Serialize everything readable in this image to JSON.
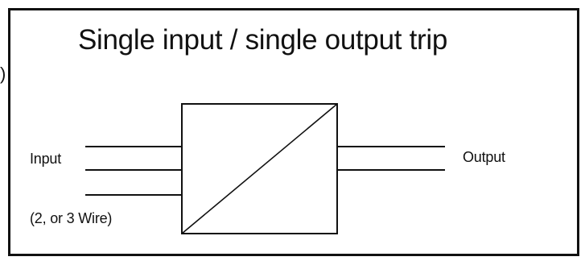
{
  "diagram": {
    "title": "Single input / single output trip",
    "input_label": "Input",
    "wire_label": "(2, or 3 Wire)",
    "output_label": "Output",
    "edge_fragment": ")"
  }
}
